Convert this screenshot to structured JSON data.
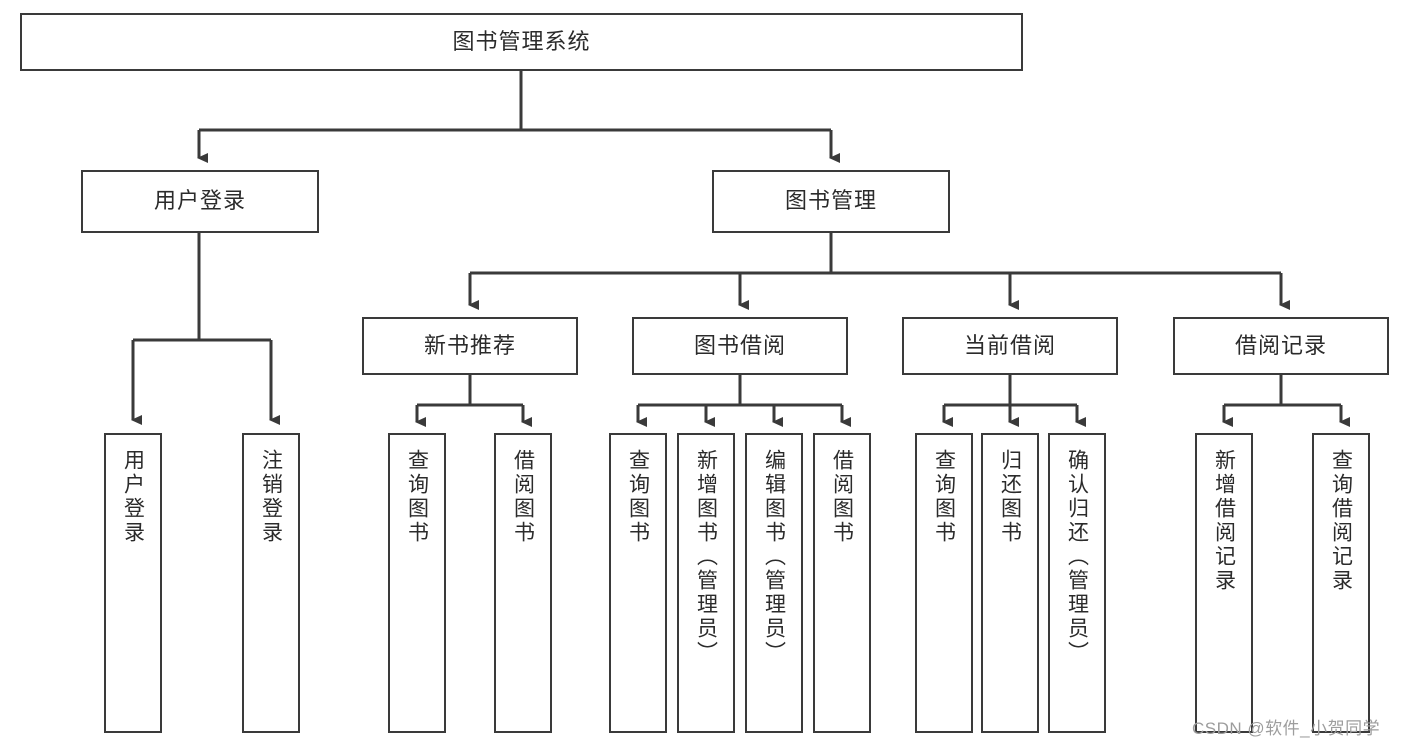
{
  "diagram": {
    "type": "tree-hierarchy-chart",
    "title": "图书管理系统",
    "colors": {
      "box_border": "#3a3a3a",
      "box_fill": "#ffffff",
      "connector": "#3a3a3a",
      "text": "#2b2b2b",
      "watermark": "#9d9d9d",
      "background": "#ffffff"
    },
    "root": {
      "label": "图书管理系统"
    },
    "level1": [
      {
        "label": "用户登录"
      },
      {
        "label": "图书管理"
      }
    ],
    "level2": [
      {
        "label": "新书推荐"
      },
      {
        "label": "图书借阅"
      },
      {
        "label": "当前借阅"
      },
      {
        "label": "借阅记录"
      }
    ],
    "leaves": {
      "user_login": [
        {
          "label": "用户登录"
        },
        {
          "label": "注销登录"
        }
      ],
      "new_book": [
        {
          "label": "查询图书"
        },
        {
          "label": "借阅图书"
        }
      ],
      "book_borrow": [
        {
          "label": "查询图书"
        },
        {
          "label": "新增图书（管理员）"
        },
        {
          "label": "编辑图书（管理员）"
        },
        {
          "label": "借阅图书"
        }
      ],
      "current_borrow": [
        {
          "label": "查询图书"
        },
        {
          "label": "归还图书"
        },
        {
          "label": "确认归还（管理员）"
        }
      ],
      "borrow_record": [
        {
          "label": "新增借阅记录"
        },
        {
          "label": "查询借阅记录"
        }
      ]
    }
  },
  "watermark": {
    "text": "CSDN @软件_小贺同学"
  }
}
